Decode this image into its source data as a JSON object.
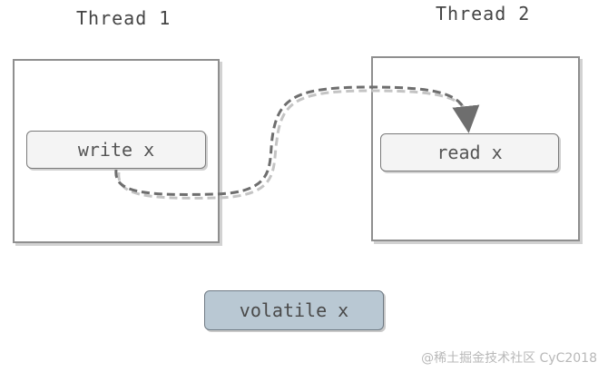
{
  "threads": [
    {
      "title": "Thread 1",
      "operation": "write x"
    },
    {
      "title": "Thread 2",
      "operation": "read x"
    }
  ],
  "shared_variable": "volatile x",
  "watermark": "@稀土掘金技术社区 CyC2018",
  "colors": {
    "box_border": "#8f8f8f",
    "pill_fill": "#f4f4f4",
    "volatile_fill": "#b9c8d3",
    "arrow": "#6e6e6e"
  }
}
